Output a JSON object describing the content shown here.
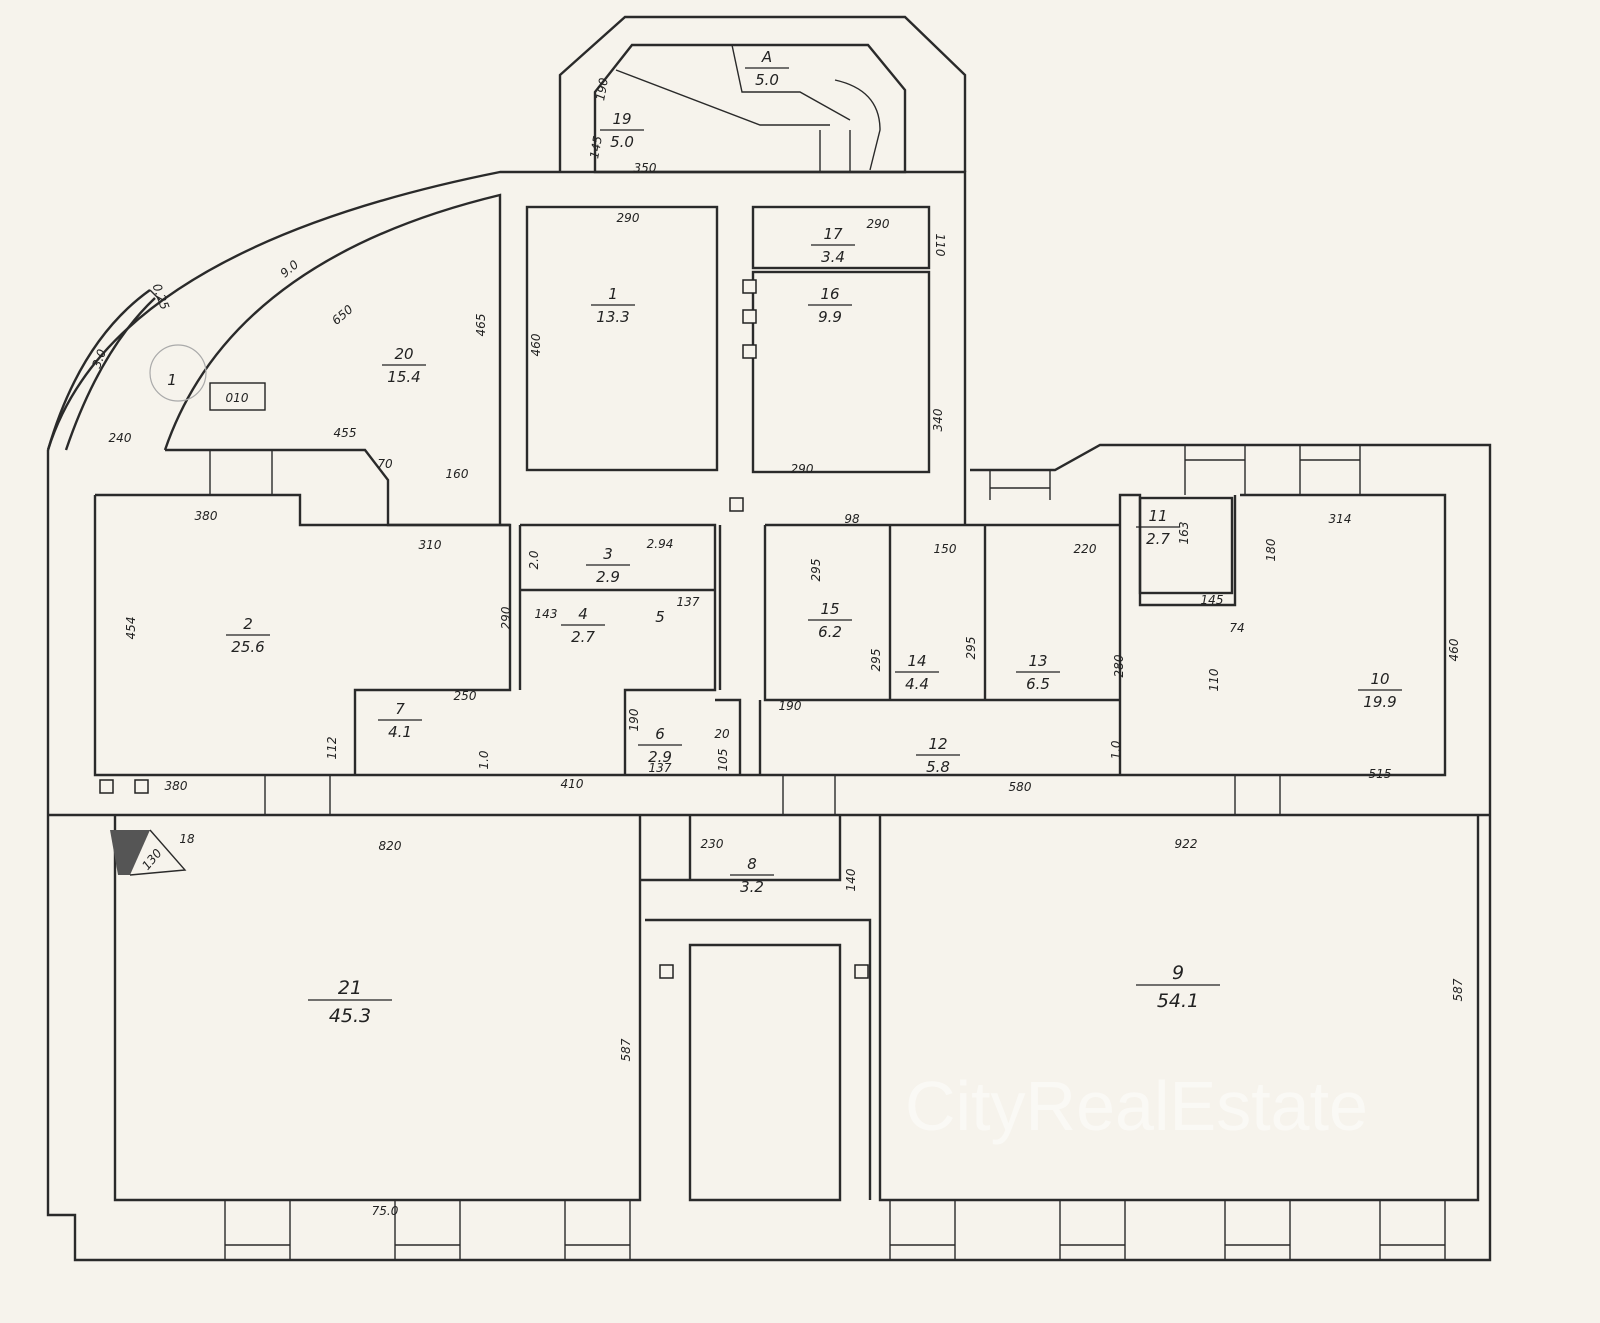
{
  "title": "Floor plan",
  "watermark": "CityRealEstate",
  "marker": {
    "circle_label": "1",
    "box_label": "010"
  },
  "rooms": {
    "A": {
      "num": "A",
      "area": "5.0"
    },
    "r19": {
      "num": "19",
      "area": "5.0"
    },
    "r17": {
      "num": "17",
      "area": "3.4"
    },
    "r1": {
      "num": "1",
      "area": "13.3"
    },
    "r16": {
      "num": "16",
      "area": "9.9"
    },
    "r20": {
      "num": "20",
      "area": "15.4"
    },
    "r3": {
      "num": "3",
      "area": "2.9"
    },
    "r2": {
      "num": "2",
      "area": "25.6"
    },
    "r4": {
      "num": "4",
      "area": "2.7"
    },
    "r5": {
      "num": "5"
    },
    "r15": {
      "num": "15",
      "area": "6.2"
    },
    "r14": {
      "num": "14",
      "area": "4.4"
    },
    "r13": {
      "num": "13",
      "area": "6.5"
    },
    "r11": {
      "num": "11",
      "area": "2.7"
    },
    "r10": {
      "num": "10",
      "area": "19.9"
    },
    "r7": {
      "num": "7",
      "area": "4.1"
    },
    "r6": {
      "num": "6",
      "area": "2.9"
    },
    "r12": {
      "num": "12",
      "area": "5.8"
    },
    "r8": {
      "num": "8",
      "area": "3.2"
    },
    "r21": {
      "num": "21",
      "area": "45.3"
    },
    "r9": {
      "num": "9",
      "area": "54.1"
    }
  },
  "dims": {
    "d190": "190",
    "d145": "145",
    "d350": "350",
    "d290a": "290",
    "d290b": "290",
    "d110": "110",
    "d025": "0.25",
    "d30": "3.0",
    "d90": "9.0",
    "d650": "650",
    "d465": "465",
    "d460": "460",
    "d340": "340",
    "d290c": "290",
    "d240": "240",
    "d455": "455",
    "d70": "70",
    "d160": "160",
    "d380a": "380",
    "d310": "310",
    "d294": "2.94",
    "d20": "2.0",
    "d290d": "290",
    "d454": "454",
    "d143": "143",
    "d137": "137",
    "d250": "250",
    "d98": "98",
    "d295a": "295",
    "d150": "150",
    "d220": "220",
    "d295b": "295",
    "d295c": "295",
    "d314": "314",
    "d180": "180",
    "d163": "163",
    "d145b": "145",
    "d74": "74",
    "d280": "280",
    "d110b": "110",
    "d460b": "460",
    "d190b": "190",
    "d112": "112",
    "d10a": "1.0",
    "d410": "410",
    "d190c": "190",
    "d137b": "137",
    "d20b": "20",
    "d105": "105",
    "d10b": "1.0",
    "d580": "580",
    "d515": "515",
    "d380b": "380",
    "d820": "820",
    "d230": "230",
    "d922": "922",
    "d130": "130",
    "d18": "18",
    "d140": "140",
    "d587a": "587",
    "d587b": "587",
    "d750": "75.0"
  },
  "colors": {
    "paper": "#f6f3ec",
    "ink": "#2a2a2a"
  }
}
